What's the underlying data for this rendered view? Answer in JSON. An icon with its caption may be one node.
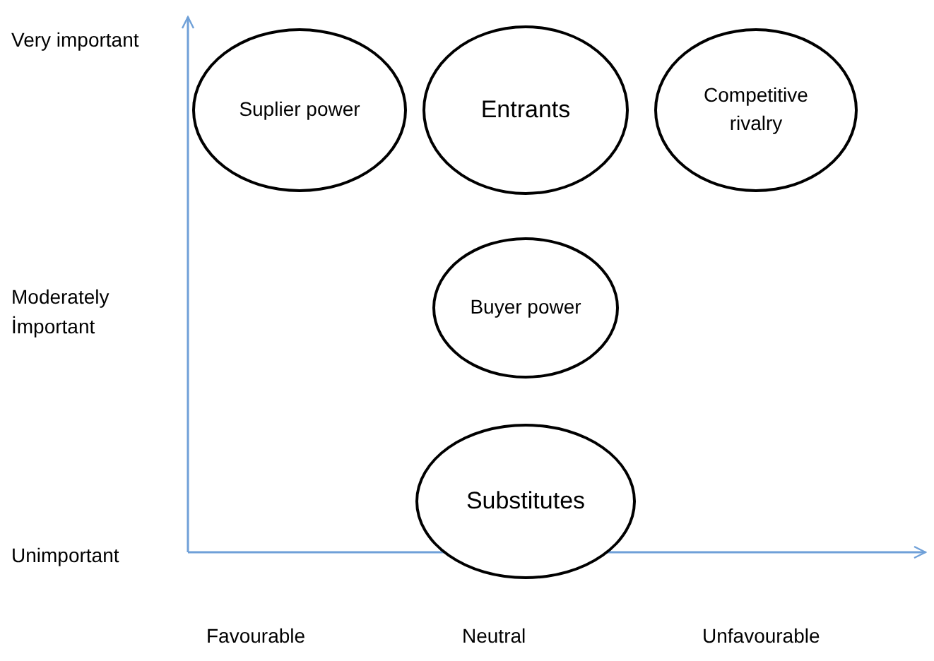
{
  "diagram": {
    "nodes": [
      {
        "text": [
          "Suplier power"
        ]
      },
      {
        "text": [
          "Entrants"
        ]
      },
      {
        "text": [
          "Competitive rivalry"
        ]
      },
      {
        "text": [
          "Buyer power"
        ]
      },
      {
        "text": [
          "Substitutes"
        ]
      }
    ],
    "labels": [
      "Very important",
      "Moderately İmportant",
      "Unimportant",
      "Favourable",
      "Neutral",
      "Unfavourable"
    ]
  }
}
